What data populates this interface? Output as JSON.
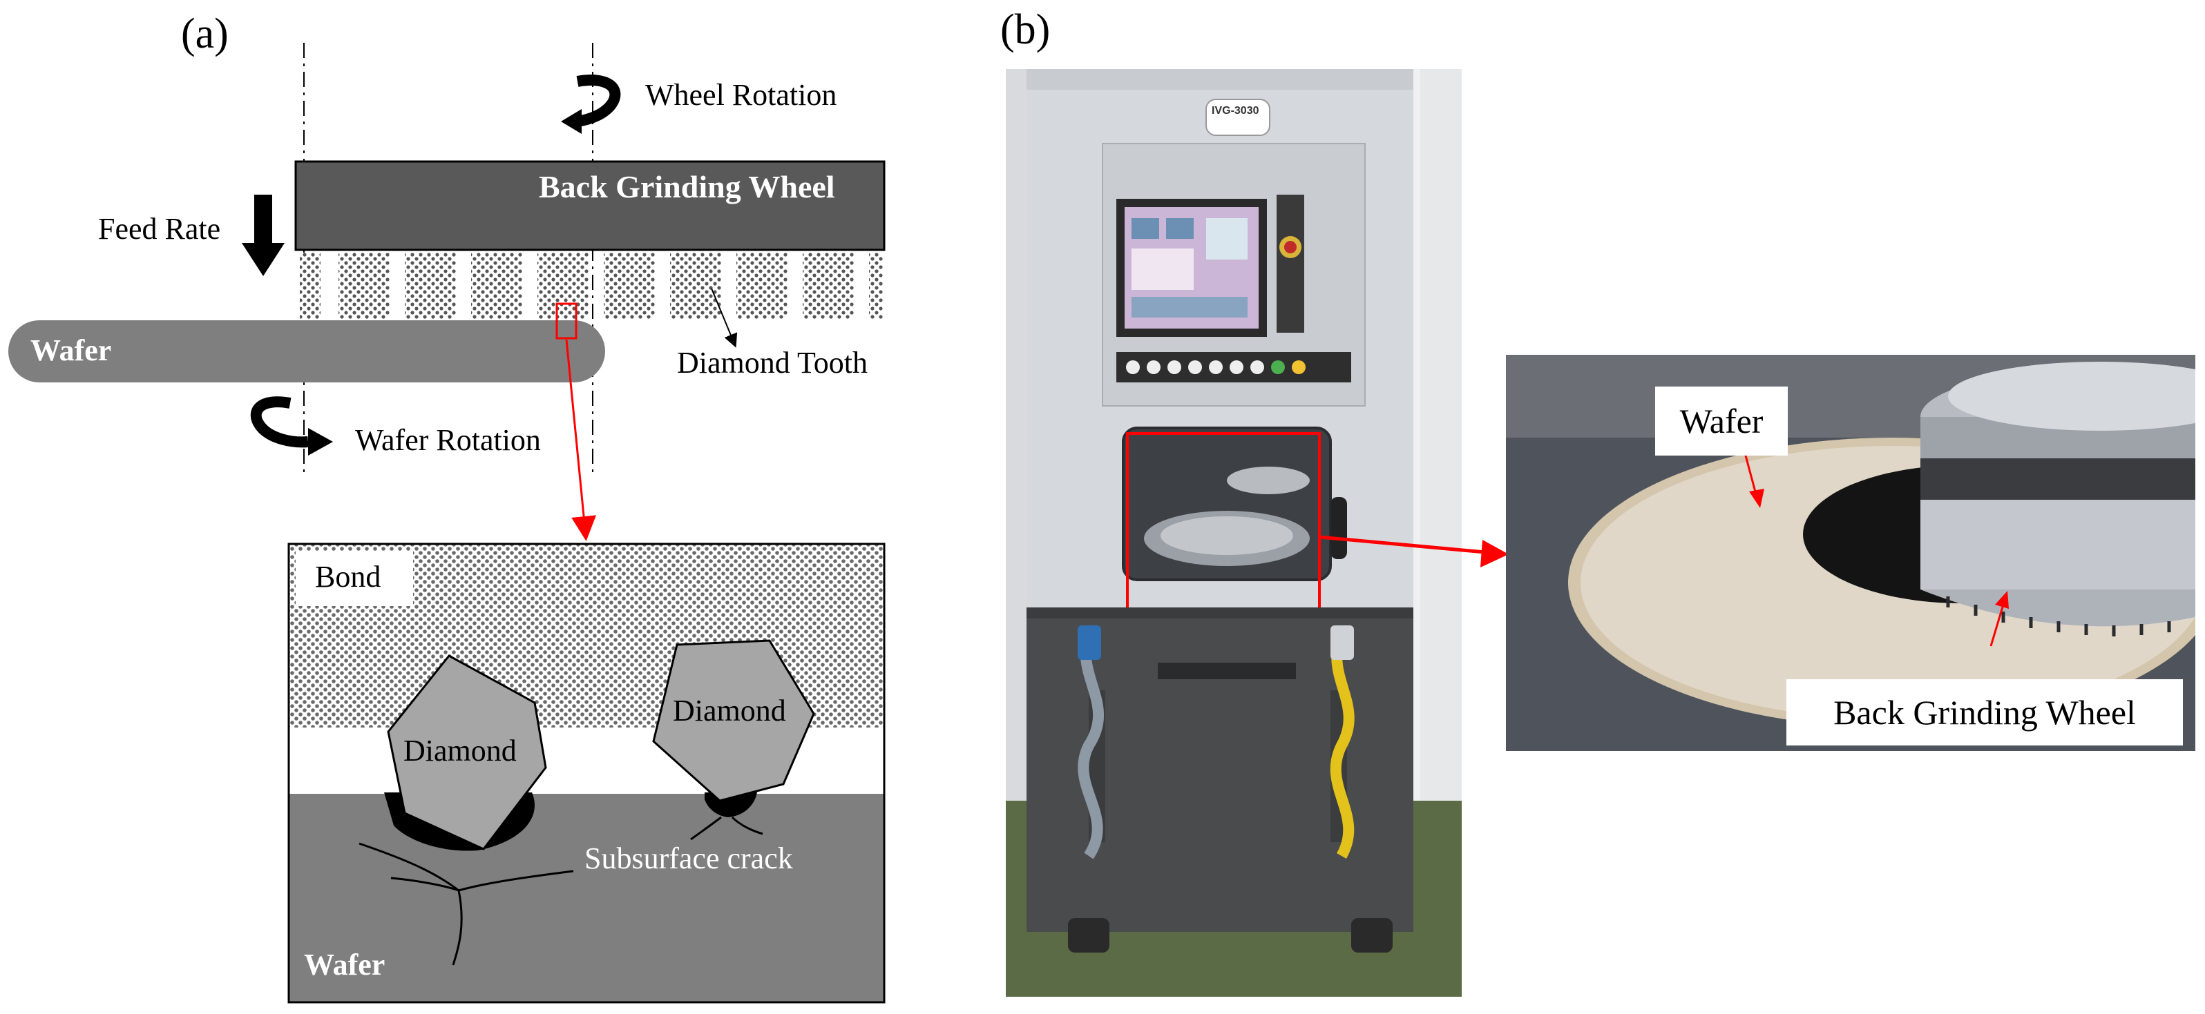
{
  "panel_a": {
    "label": "(a)",
    "wheel_rotation": "Wheel Rotation",
    "back_grinding_wheel": "Back Grinding Wheel",
    "feed_rate": "Feed Rate",
    "wafer": "Wafer",
    "diamond_tooth": "Diamond Tooth",
    "wafer_rotation": "Wafer Rotation",
    "detail": {
      "bond": "Bond",
      "diamond_1": "Diamond",
      "diamond_2": "Diamond",
      "subsurface_crack": "Subsurface crack",
      "wafer": "Wafer"
    }
  },
  "panel_b": {
    "label": "(b)",
    "machine_plate": "IVG-3030",
    "callout_wafer": "Wafer",
    "callout_wheel": "Back Grinding Wheel"
  },
  "colors": {
    "wheel": "#595959",
    "wafer": "#7f7f7f",
    "diamond": "#a6a6a6",
    "highlight": "#ff0000",
    "machine_body": "#d9dde2",
    "machine_base": "#4a4b4d"
  }
}
